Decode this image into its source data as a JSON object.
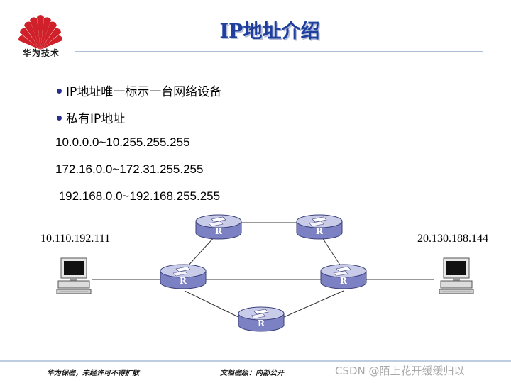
{
  "brand": {
    "logo_text": "华为技术"
  },
  "title": "IP地址介绍",
  "bullets": [
    "IP地址唯一标示一台网络设备",
    "私有IP地址"
  ],
  "ranges": [
    "10.0.0.0~10.255.255.255",
    "172.16.0.0~172.31.255.255",
    " 192.168.0.0~192.168.255.255"
  ],
  "diagram": {
    "left_host_ip": "10.110.192.111",
    "right_host_ip": "20.130.188.144",
    "router_label": "R"
  },
  "footer": {
    "left": "华为保密，未经许可不得扩散",
    "middle": "文档密级：内部公开"
  },
  "watermark": "CSDN @陌上花开缓缓归以",
  "colors": {
    "title": "#1f3f9f",
    "router_top": "#c9cce8",
    "router_side": "#7b81c2"
  }
}
